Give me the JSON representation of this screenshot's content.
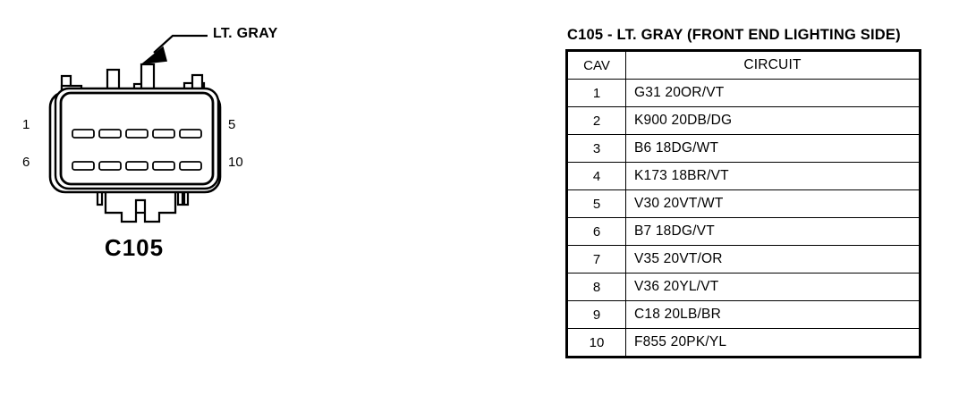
{
  "connector": {
    "name": "C105",
    "callout_label": "LT. GRAY",
    "callout_icon": "arrow-pointer-icon",
    "pin_labels": {
      "top_left": "1",
      "bottom_left": "6",
      "top_right": "5",
      "bottom_right": "10"
    },
    "cavity_count": 10,
    "cavity_rows": 2,
    "cavity_columns": 5,
    "line_color": "#000000",
    "fill_color": "#ffffff"
  },
  "table": {
    "title": "C105 - LT. GRAY (FRONT END LIGHTING SIDE)",
    "headers": {
      "cav": "CAV",
      "circuit": "CIRCUIT"
    },
    "rows": [
      {
        "cav": "1",
        "circuit": "G31  20OR/VT"
      },
      {
        "cav": "2",
        "circuit": "K900  20DB/DG"
      },
      {
        "cav": "3",
        "circuit": "B6  18DG/WT"
      },
      {
        "cav": "4",
        "circuit": "K173  18BR/VT"
      },
      {
        "cav": "5",
        "circuit": "V30  20VT/WT"
      },
      {
        "cav": "6",
        "circuit": "B7  18DG/VT"
      },
      {
        "cav": "7",
        "circuit": "V35  20VT/OR"
      },
      {
        "cav": "8",
        "circuit": "V36  20YL/VT"
      },
      {
        "cav": "9",
        "circuit": "C18  20LB/BR"
      },
      {
        "cav": "10",
        "circuit": "F855  20PK/YL"
      }
    ]
  }
}
